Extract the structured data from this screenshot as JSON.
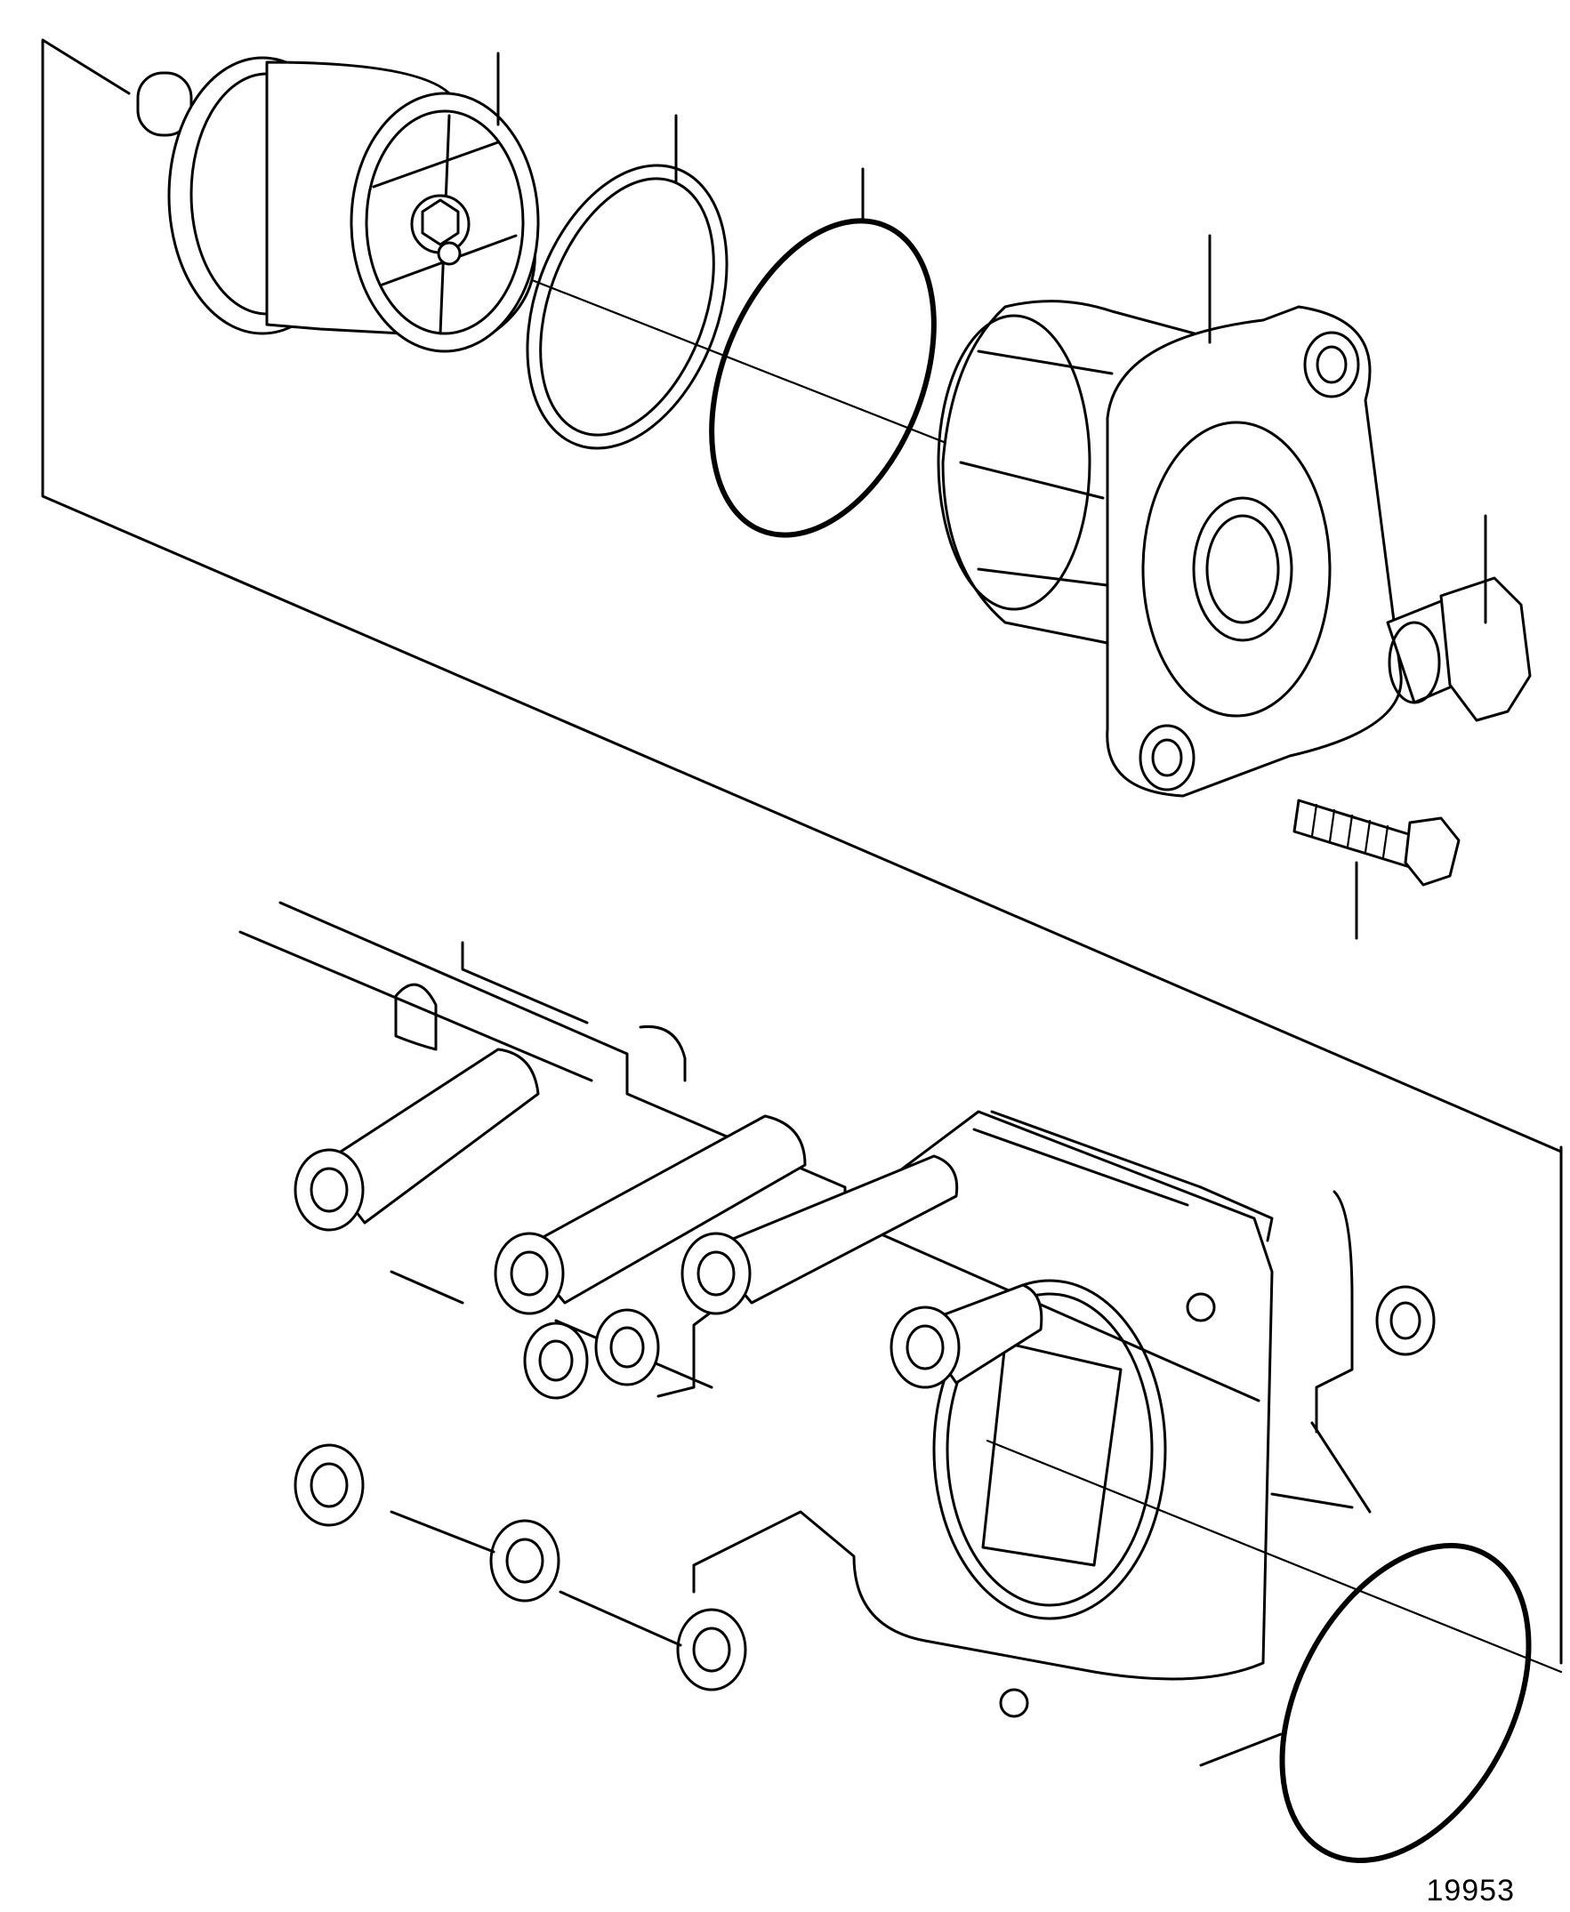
{
  "figure": {
    "number": "19953"
  },
  "parts": [
    {
      "id": "thermostat",
      "icon": "thermostat-icon"
    },
    {
      "id": "sealing-ring",
      "icon": "sealing-ring-icon"
    },
    {
      "id": "o-ring-upper",
      "icon": "o-ring-icon"
    },
    {
      "id": "thermostat-housing-cover",
      "icon": "housing-cover-icon"
    },
    {
      "id": "plug",
      "icon": "plug-icon"
    },
    {
      "id": "flange-screw",
      "icon": "screw-icon"
    },
    {
      "id": "o-ring-lower",
      "icon": "o-ring-icon"
    }
  ]
}
